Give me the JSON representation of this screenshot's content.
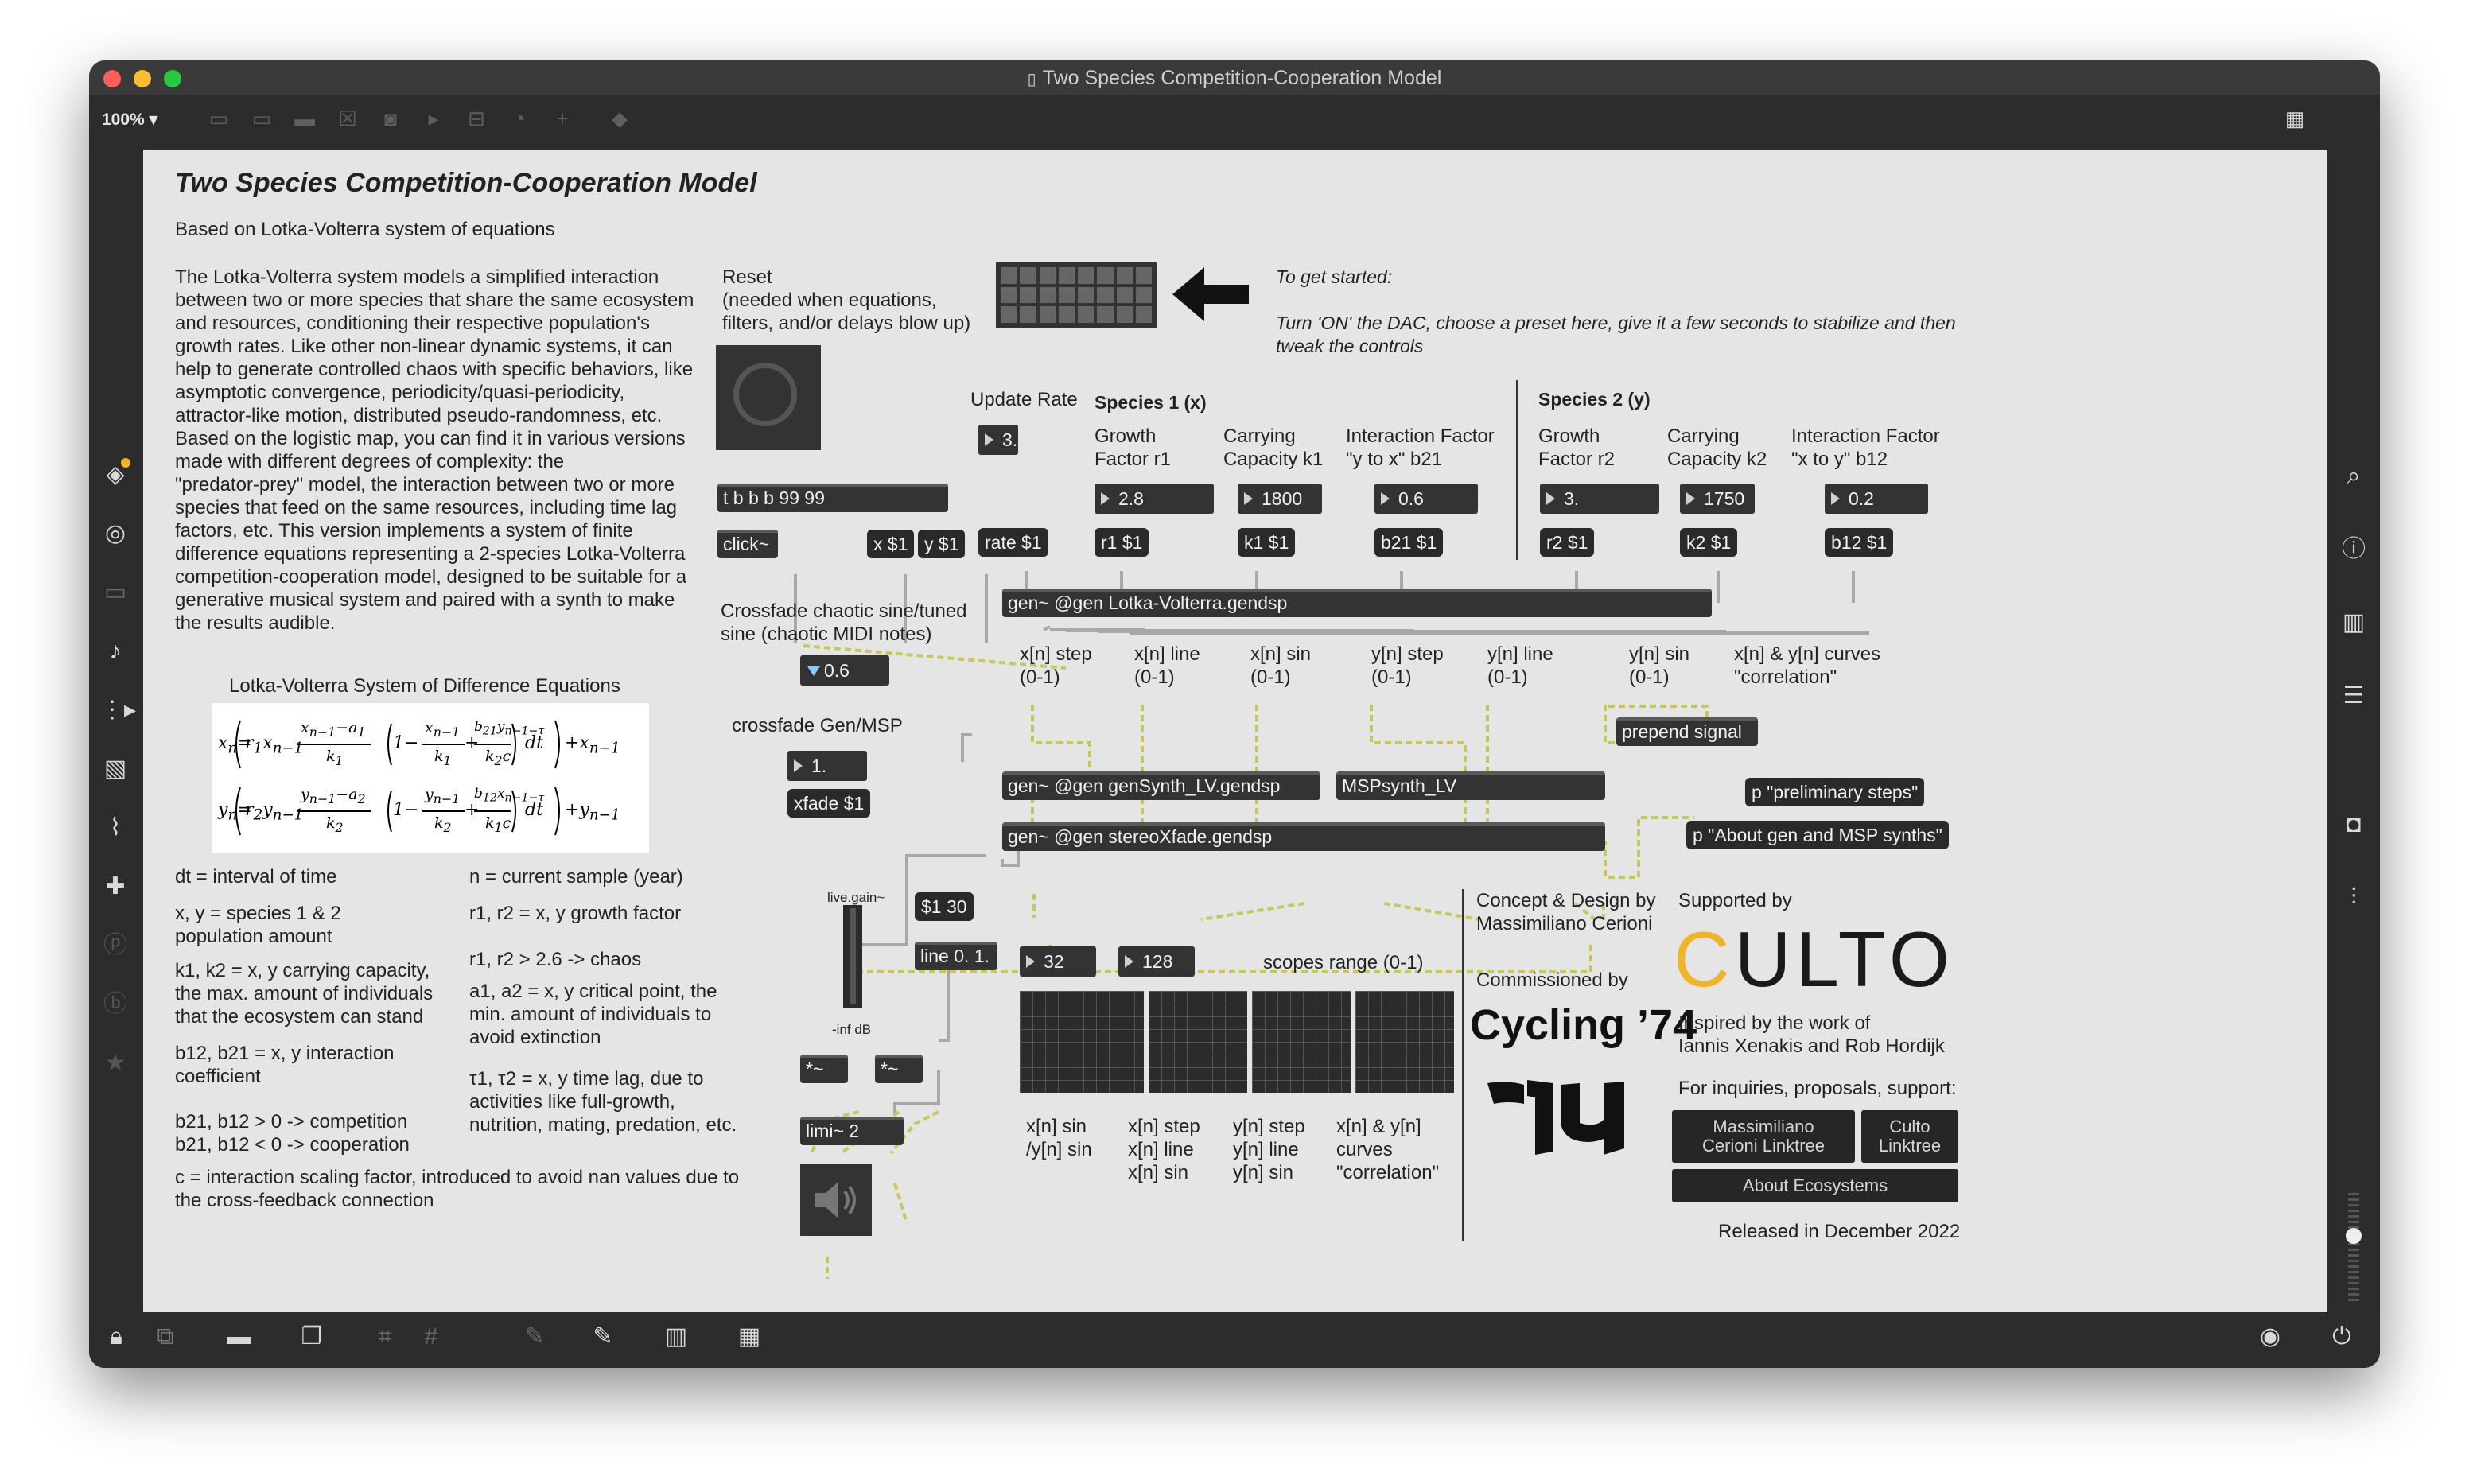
{
  "window": {
    "title": "Two Species Competition-Cooperation Model",
    "zoom": "100%"
  },
  "patch": {
    "title": "Two Species Competition-Cooperation Model",
    "subtitle": "Based on Lotka-Volterra system of equations",
    "description": "The Lotka-Volterra system models a simplified interaction\nbetween two or more species that share the same ecosystem\nand resources, conditioning their respective population's\ngrowth rates. Like other non-linear dynamic systems, it can\nhelp to generate controlled chaos with specific behaviors, like\nasymptotic convergence, periodicity/quasi-periodicity,\nattractor-like motion, distributed pseudo-randomness, etc.\nBased on the logistic map, you can find it in various versions\nmade with different degrees of complexity: the\n\"predator-prey\" model, the interaction between two or more\nspecies that feed on the same resources, including time lag\nfactors, etc. This version implements a system of finite\ndifference equations representing a 2-species Lotka-Volterra\ncompetition-cooperation model, designed to be suitable for a\ngenerative musical system and paired with a synth to make\nthe results audible.",
    "eq_title": "Lotka-Volterra System of Difference Equations",
    "legend": {
      "dt": "dt = interval of time",
      "n": "n = current sample (year)",
      "xy": "x, y = species 1 & 2\npopulation amount",
      "r": "r1, r2 = x, y growth factor",
      "chaos": "r1, r2 > 2.6 -> chaos",
      "k": "k1, k2 = x, y carrying capacity,\nthe max. amount of individuals\nthat the ecosystem can stand",
      "a": "a1, a2 = x, y critical point, the\nmin. amount of individuals to\navoid extinction",
      "b": "b12, b21 = x, y interaction\ncoefficient",
      "tau": "τ1, τ2 = x, y time lag, due to\nactivities like full-growth,\nnutrition, mating, predation, etc.",
      "comp": "b21, b12 > 0 -> competition\nb21, b12 < 0 -> cooperation",
      "c": "c = interaction scaling factor, introduced to avoid nan values due to\nthe cross-feedback connection"
    },
    "reset_label": "Reset\n(needed when equations,\nfilters, and/or delays blow up)",
    "get_started_title": "To get started:",
    "get_started_text": "Turn 'ON' the DAC, choose a preset here, give it a few seconds to stabilize and then\ntweak the controls",
    "update_rate_label": "Update Rate",
    "species1_title": "Species 1 (x)",
    "species2_title": "Species 2 (y)",
    "growth1_label": "Growth\nFactor r1",
    "capacity1_label": "Carrying\nCapacity k1",
    "interaction1_label": "Interaction Factor\n\"y to x\" b21",
    "growth2_label": "Growth\nFactor r2",
    "capacity2_label": "Carrying\nCapacity k2",
    "interaction2_label": "Interaction Factor\n\"x to y\" b12",
    "crossfade_label": "Crossfade chaotic sine/tuned\nsine (chaotic MIDI notes)",
    "crossfade_gen_label": "crossfade Gen/MSP",
    "outlets": [
      "x[n] step\n(0-1)",
      "x[n] line\n(0-1)",
      "x[n] sin\n(0-1)",
      "y[n] step\n(0-1)",
      "y[n] line\n(0-1)",
      "y[n] sin\n(0-1)"
    ],
    "curves_label": "x[n] & y[n] curves\n\"correlation\"",
    "scopes_range_label": "scopes range (0-1)",
    "scope_labels": [
      "x[n] sin\n/y[n] sin",
      "x[n] step\nx[n] line\nx[n] sin",
      "y[n] step\ny[n] line\ny[n] sin",
      "x[n] & y[n]\ncurves\n\"correlation\""
    ],
    "gain_label": "live.gain~",
    "gain_value": "-inf dB",
    "objects": {
      "trigger": "t b b b 99 99",
      "click": "click~",
      "x_msg": "x $1",
      "y_msg": "y $1",
      "rate_msg": "rate $1",
      "r1_msg": "r1 $1",
      "k1_msg": "k1 $1",
      "b21_msg": "b21 $1",
      "r2_msg": "r2 $1",
      "k2_msg": "k2 $1",
      "b12_msg": "b12 $1",
      "gen_main": "gen~ @gen Lotka-Volterra.gendsp",
      "prepend": "prepend signal",
      "gen_synth": "gen~ @gen genSynth_LV.gendsp",
      "msp_synth": "MSPsynth_LV",
      "gen_xfade": "gen~ @gen stereoXfade.gendsp",
      "xfade_msg": "xfade $1",
      "p_prelim": "p \"preliminary steps\"",
      "p_about": "p \"About gen and MSP synths\"",
      "line_msg": "$1 30",
      "line_obj": "line 0. 1.",
      "mult_l": "*~",
      "mult_r": "*~",
      "limi": "limi~ 2"
    },
    "numbers": {
      "rate": "3.",
      "r1": "2.8",
      "k1": "1800",
      "b21": "0.6",
      "r2": "3.",
      "k2": "1750",
      "b12": "0.2",
      "crossfade": "0.6",
      "crossfade_gen": "1.",
      "scope_a": "32",
      "scope_b": "128"
    },
    "credits": {
      "concept": "Concept & Design by\nMassimiliano Cerioni",
      "commissioned": "Commissioned by",
      "cycling": "Cycling ’74",
      "supported": "Supported by",
      "culto_logo": "CULTO",
      "inspired": "Inspired by the work of\nIannis Xenakis and Rob Hordijk",
      "inquiries": "For inquiries, proposals, support:",
      "btn_mc": "Massimiliano\nCerioni Linktree",
      "btn_culto": "Culto\nLinktree",
      "btn_about": "About Ecosystems",
      "released": "Released in December 2022"
    }
  },
  "colors": {
    "accent": "#f0b429",
    "patch_bg": "#e5e5e5",
    "object_bg": "#333333",
    "wire_signal": "#c8c85a"
  }
}
